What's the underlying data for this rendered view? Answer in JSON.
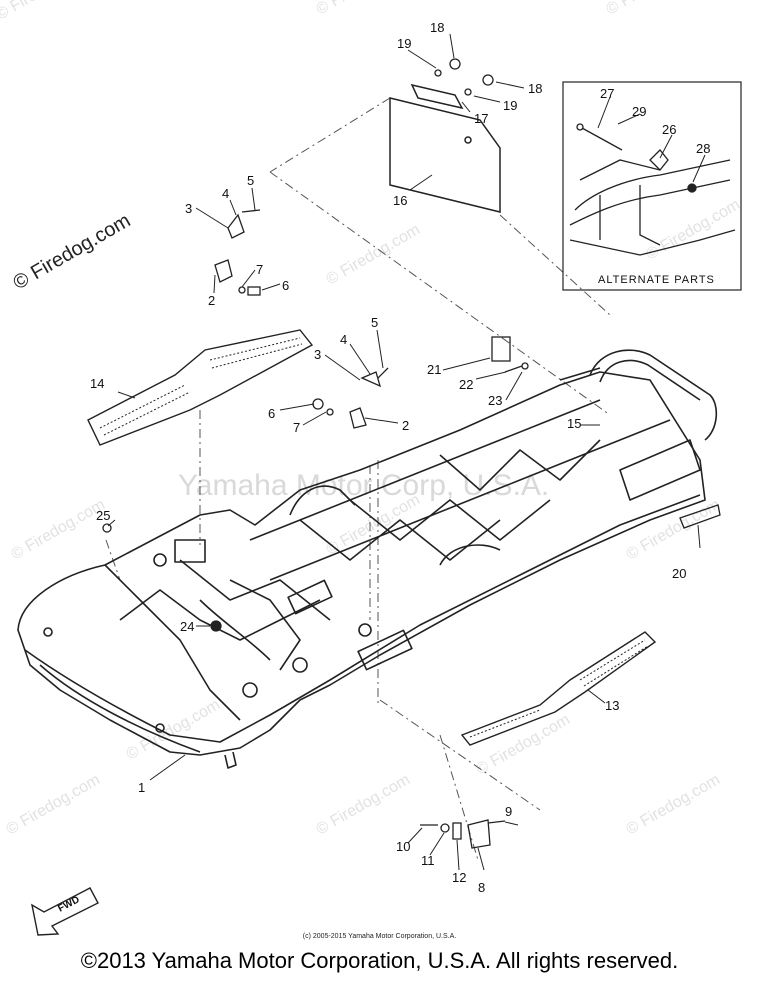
{
  "watermark_top_left": "© Firedog.com",
  "watermark_repeat": "© Firedog.com",
  "watermark_center": "Yamaha Motor Corp, U.S.A.",
  "alternate_parts_label": "ALTERNATE PARTS",
  "fwd_label": "FWD",
  "copyright_small": "(c) 2005-2015 Yamaha Motor Corporation, U.S.A.",
  "copyright_main": "©2013 Yamaha Motor Corporation, U.S.A. All rights reserved.",
  "callouts": [
    "1",
    "2",
    "2",
    "3",
    "3",
    "4",
    "4",
    "5",
    "5",
    "6",
    "6",
    "7",
    "7",
    "8",
    "9",
    "10",
    "11",
    "12",
    "13",
    "14",
    "15",
    "16",
    "17",
    "18",
    "18",
    "19",
    "19",
    "20",
    "21",
    "22",
    "23",
    "24",
    "25",
    "26",
    "27",
    "28",
    "29"
  ]
}
